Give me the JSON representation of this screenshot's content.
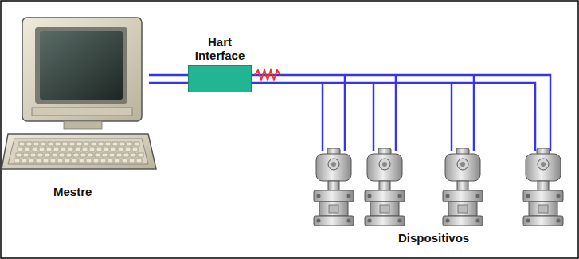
{
  "diagram": {
    "nodes": [
      {
        "text": [
          "Mestre"
        ]
      },
      {
        "text": [
          "Hart Interface"
        ]
      }
    ],
    "edges": [
      {
        "from": 0,
        "to": 1,
        "arrow": "none"
      }
    ],
    "labels": [
      "Dispositivos"
    ]
  }
}
